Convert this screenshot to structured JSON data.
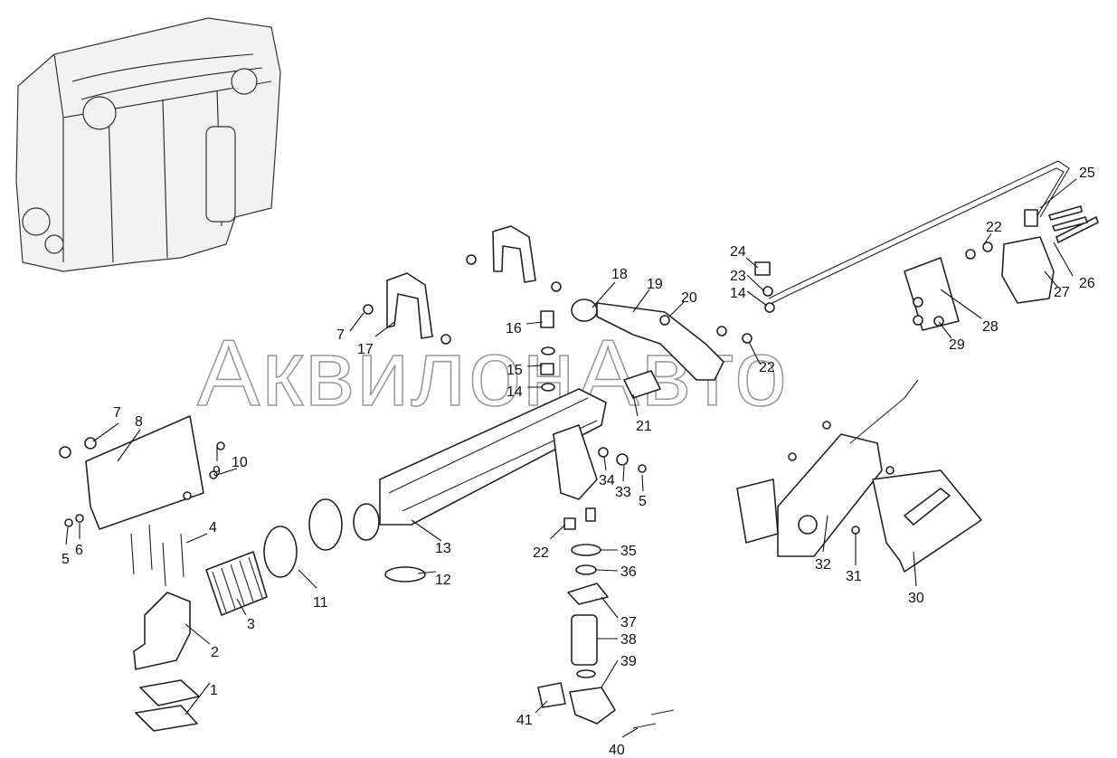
{
  "diagram": {
    "watermark": "АквилонАвто",
    "callouts": [
      "25",
      "22",
      "24",
      "23",
      "14",
      "26",
      "27",
      "28",
      "29",
      "18",
      "19",
      "20",
      "16",
      "7",
      "17",
      "15",
      "14",
      "22",
      "21",
      "7",
      "8",
      "9",
      "10",
      "34",
      "33",
      "5",
      "5",
      "6",
      "4",
      "22",
      "35",
      "13",
      "12",
      "36",
      "11",
      "3",
      "37",
      "38",
      "2",
      "39",
      "1",
      "41",
      "40",
      "32",
      "31",
      "30"
    ]
  }
}
